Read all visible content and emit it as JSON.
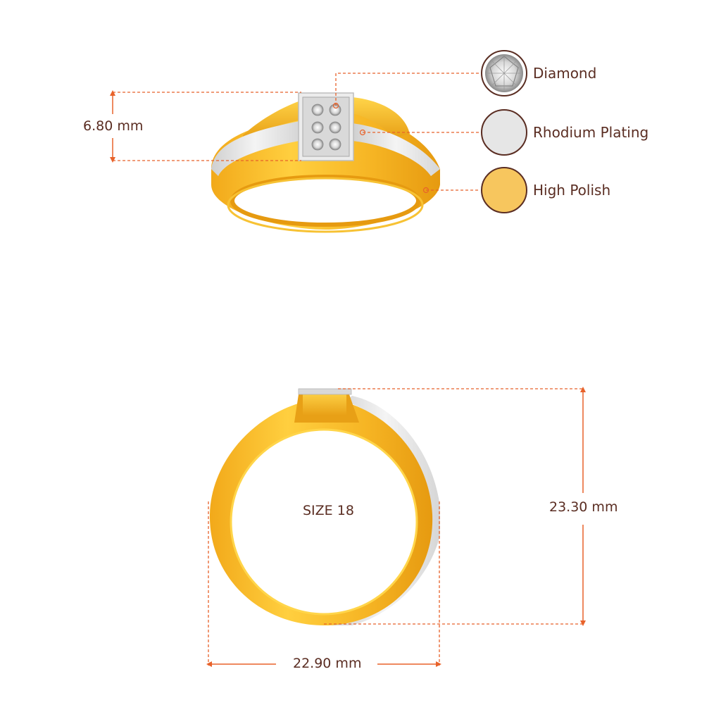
{
  "dimensions": {
    "top_height": "6.80 mm",
    "front_height": "23.30 mm",
    "front_width": "22.90 mm",
    "size_label": "SIZE 18"
  },
  "legend": [
    {
      "label": "Diamond",
      "icon": "diamond-icon"
    },
    {
      "label": "Rhodium Plating",
      "icon": "rhodium-plating-swatch"
    },
    {
      "label": "High Polish",
      "icon": "high-polish-swatch"
    }
  ],
  "colors": {
    "gold": "#f6b524",
    "gold_dark": "#e39a12",
    "gold_light": "#ffd24f",
    "rhodium": "#e6e6e6",
    "accent": "#e8622a",
    "text": "#5a2d22",
    "swatch_border": "#5a2d22"
  }
}
